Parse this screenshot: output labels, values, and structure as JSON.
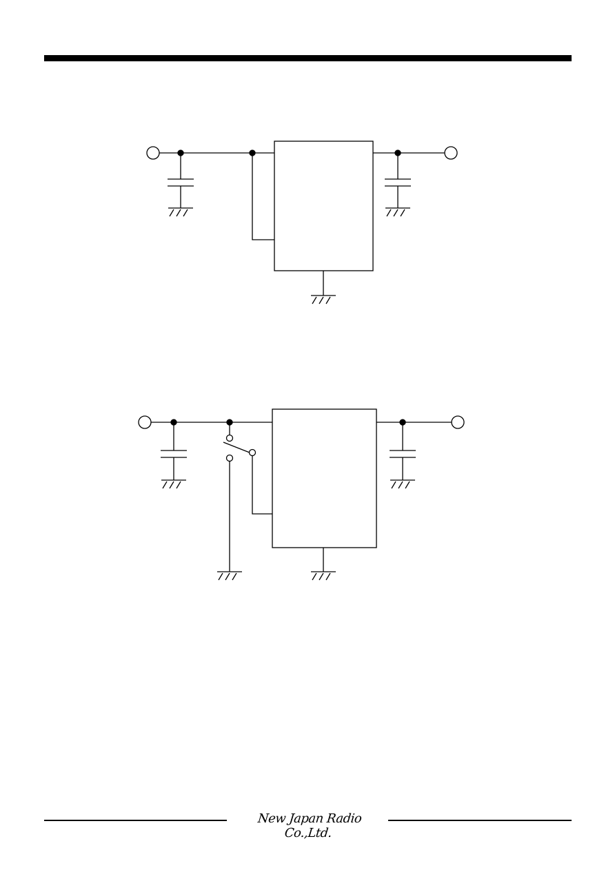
{
  "footer": {
    "company": "New Japan Radio Co.,Ltd."
  },
  "colors": {
    "ink": "#000000",
    "paper": "#ffffff"
  },
  "diagrams": [
    {
      "id": "circuit-1",
      "switch": false
    },
    {
      "id": "circuit-2",
      "switch": true
    }
  ]
}
